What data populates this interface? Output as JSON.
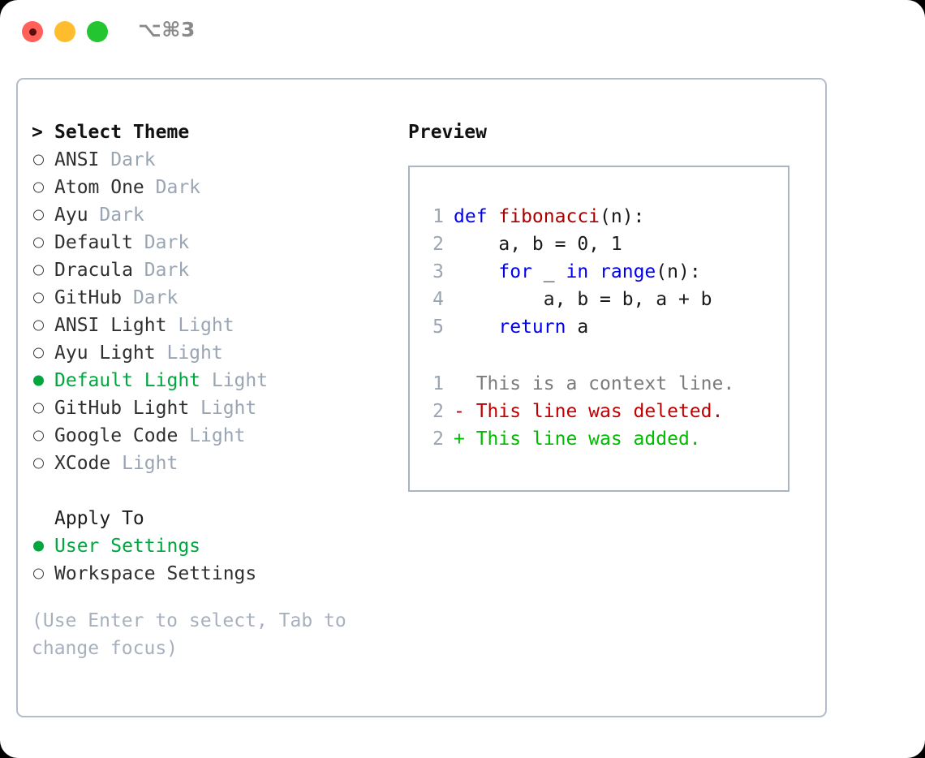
{
  "titlebar": {
    "shortcut": "⌥⌘3",
    "lights": [
      "close",
      "minimize",
      "zoom"
    ]
  },
  "theme_list": {
    "header_caret": ">",
    "header": "Select Theme",
    "items": [
      {
        "marker": "ring",
        "label": "ANSI",
        "suffix": "Dark",
        "selected": false
      },
      {
        "marker": "ring",
        "label": "Atom One",
        "suffix": "Dark",
        "selected": false
      },
      {
        "marker": "ring",
        "label": "Ayu",
        "suffix": "Dark",
        "selected": false
      },
      {
        "marker": "ring",
        "label": "Default",
        "suffix": "Dark",
        "selected": false
      },
      {
        "marker": "ring",
        "label": "Dracula",
        "suffix": "Dark",
        "selected": false
      },
      {
        "marker": "ring",
        "label": "GitHub",
        "suffix": "Dark",
        "selected": false
      },
      {
        "marker": "ring",
        "label": "ANSI Light",
        "suffix": "Light",
        "selected": false
      },
      {
        "marker": "ring",
        "label": "Ayu Light",
        "suffix": "Light",
        "selected": false
      },
      {
        "marker": "dot",
        "label": "Default Light",
        "suffix": "Light",
        "selected": true
      },
      {
        "marker": "ring",
        "label": "GitHub Light",
        "suffix": "Light",
        "selected": false
      },
      {
        "marker": "ring",
        "label": "Google Code",
        "suffix": "Light",
        "selected": false
      },
      {
        "marker": "ring",
        "label": "XCode",
        "suffix": "Light",
        "selected": false
      }
    ]
  },
  "apply_to": {
    "header": "Apply To",
    "items": [
      {
        "marker": "dot",
        "label": "User Settings",
        "selected": true
      },
      {
        "marker": "ring",
        "label": "Workspace Settings",
        "selected": false
      }
    ]
  },
  "hint": "(Use Enter to select, Tab to change focus)",
  "preview": {
    "title": "Preview",
    "code_lines": [
      {
        "num": "1",
        "tokens": [
          {
            "t": "def ",
            "c": "kw"
          },
          {
            "t": "fibonacci",
            "c": "fn"
          },
          {
            "t": "(n):",
            "c": "code-text"
          }
        ]
      },
      {
        "num": "2",
        "tokens": [
          {
            "t": "    a, b = 0, 1",
            "c": "code-text"
          }
        ]
      },
      {
        "num": "3",
        "tokens": [
          {
            "t": "    ",
            "c": "code-text"
          },
          {
            "t": "for",
            "c": "kw"
          },
          {
            "t": " _ ",
            "c": "code-text"
          },
          {
            "t": "in",
            "c": "kw"
          },
          {
            "t": " ",
            "c": "code-text"
          },
          {
            "t": "range",
            "c": "kw"
          },
          {
            "t": "(n):",
            "c": "code-text"
          }
        ]
      },
      {
        "num": "4",
        "tokens": [
          {
            "t": "        a, b = b, a + b",
            "c": "code-text"
          }
        ]
      },
      {
        "num": "5",
        "tokens": [
          {
            "t": "    ",
            "c": "code-text"
          },
          {
            "t": "return",
            "c": "kw"
          },
          {
            "t": " a",
            "c": "code-text"
          }
        ]
      }
    ],
    "diff_lines": [
      {
        "num": "1",
        "text": "  This is a context line.",
        "cls": "diff-ctx"
      },
      {
        "num": "2",
        "text": "- This line was deleted.",
        "cls": "diff-del"
      },
      {
        "num": "2",
        "text": "+ This line was added.",
        "cls": "diff-add"
      }
    ]
  },
  "colors": {
    "accent_green": "#00a63e",
    "muted": "#9aa5b4",
    "border": "#b3bcc9",
    "keyword_blue": "#0000ee",
    "function_red": "#a80000",
    "diff_delete": "#c00000",
    "diff_add": "#00bb00",
    "light_red": "#ff6159",
    "light_yellow": "#ffbd2e",
    "light_green": "#23c530"
  }
}
